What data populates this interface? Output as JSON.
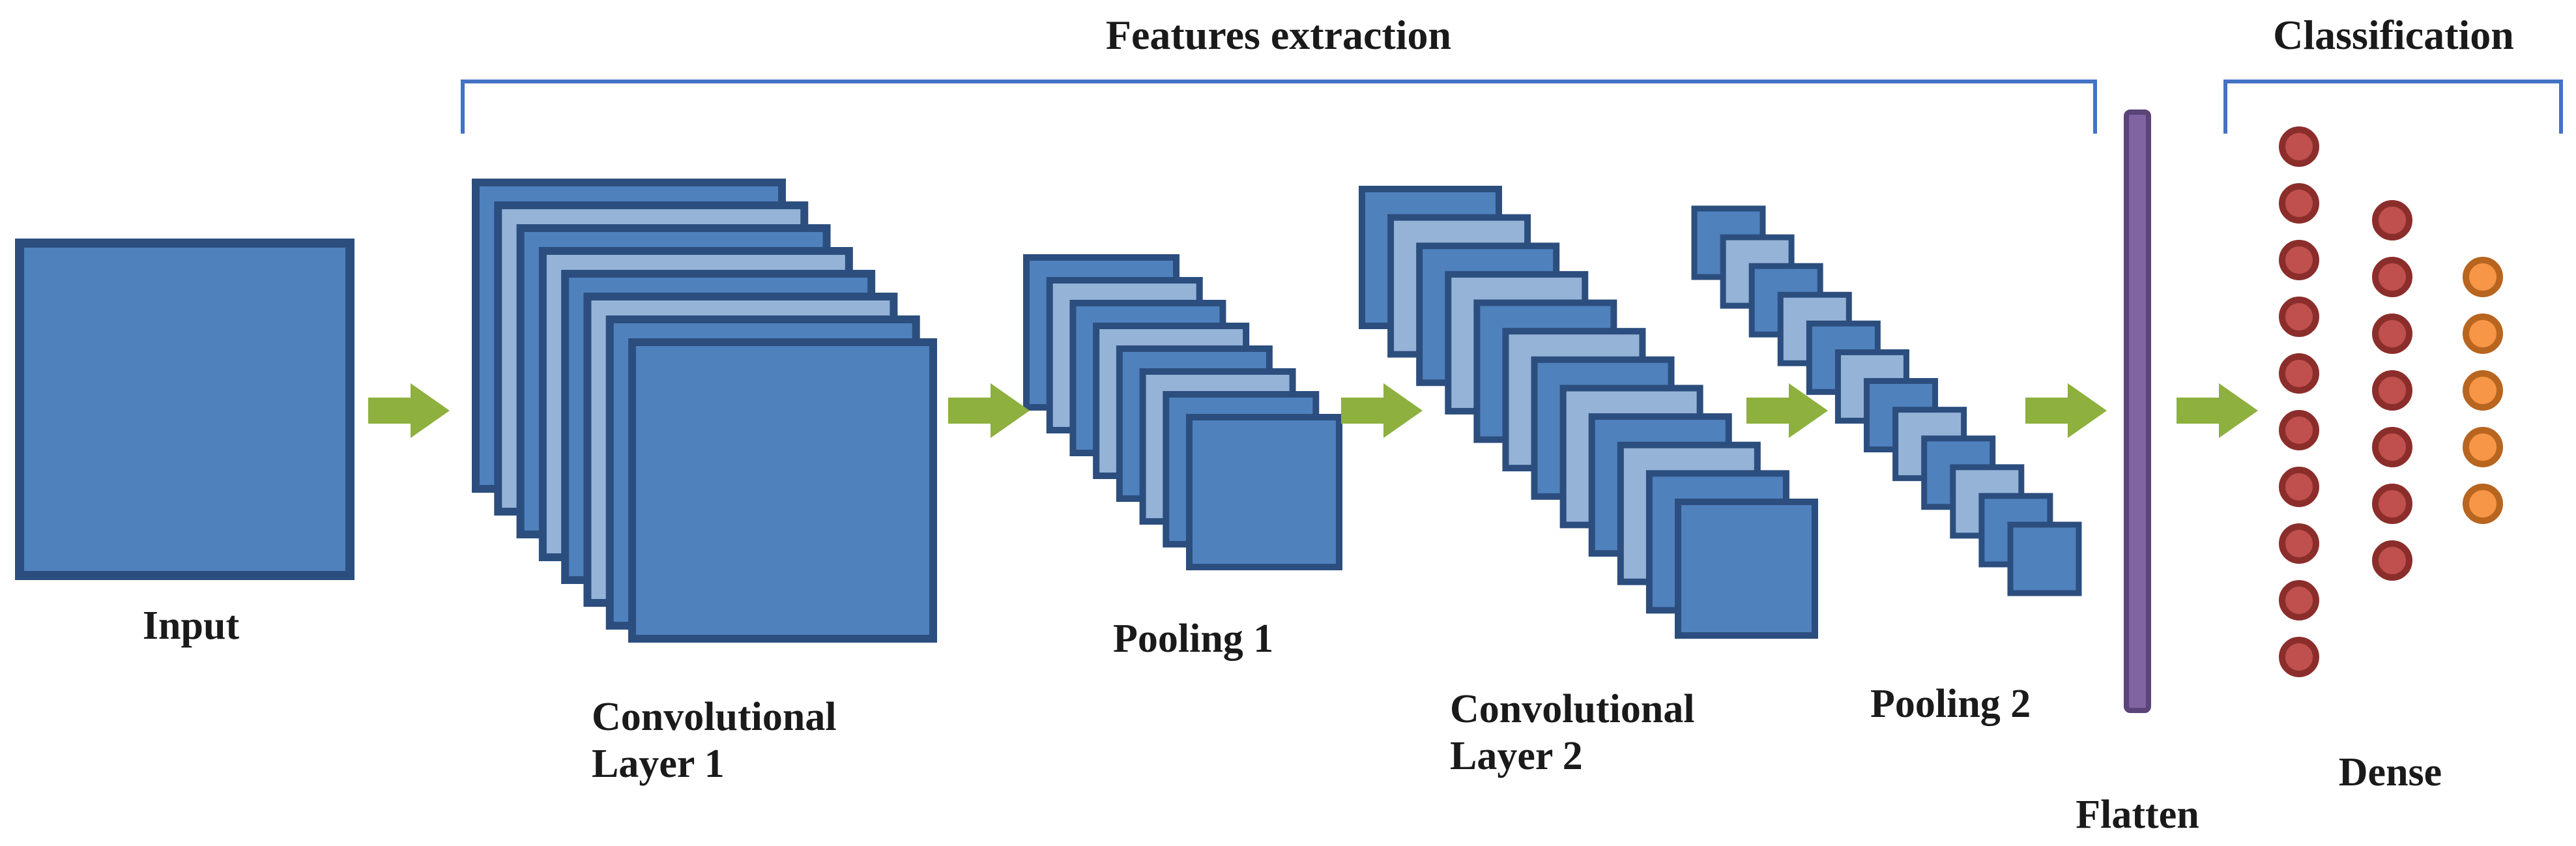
{
  "labels": {
    "features_extraction": "Features extraction",
    "classification": "Classification",
    "input": "Input",
    "conv1_line1": "Convolutional",
    "conv1_line2": "Layer 1",
    "pool1": "Pooling 1",
    "conv2_line1": "Convolutional",
    "conv2_line2": "Layer 2",
    "pool2": "Pooling 2",
    "flatten": "Flatten",
    "dense": "Dense"
  },
  "colors": {
    "map_fill": "#4F81BD",
    "map_alt_fill": "#95B3D7",
    "map_stroke": "#2C4E7E",
    "arrow": "#8DB03E",
    "bracket": "#4472C4",
    "flatten_fill": "#8064A2",
    "flatten_stroke": "#5A4478",
    "hidden_neuron": "#C0504D",
    "hidden_neuron_stroke": "#8B2E2B",
    "output_neuron": "#F79646",
    "output_neuron_stroke": "#B8651F"
  },
  "network": {
    "conv1_feature_maps": 8,
    "pool1_feature_maps": 8,
    "conv2_feature_maps": 12,
    "pool2_feature_maps": 12,
    "dense_layer_sizes": [
      10,
      7,
      5
    ]
  }
}
